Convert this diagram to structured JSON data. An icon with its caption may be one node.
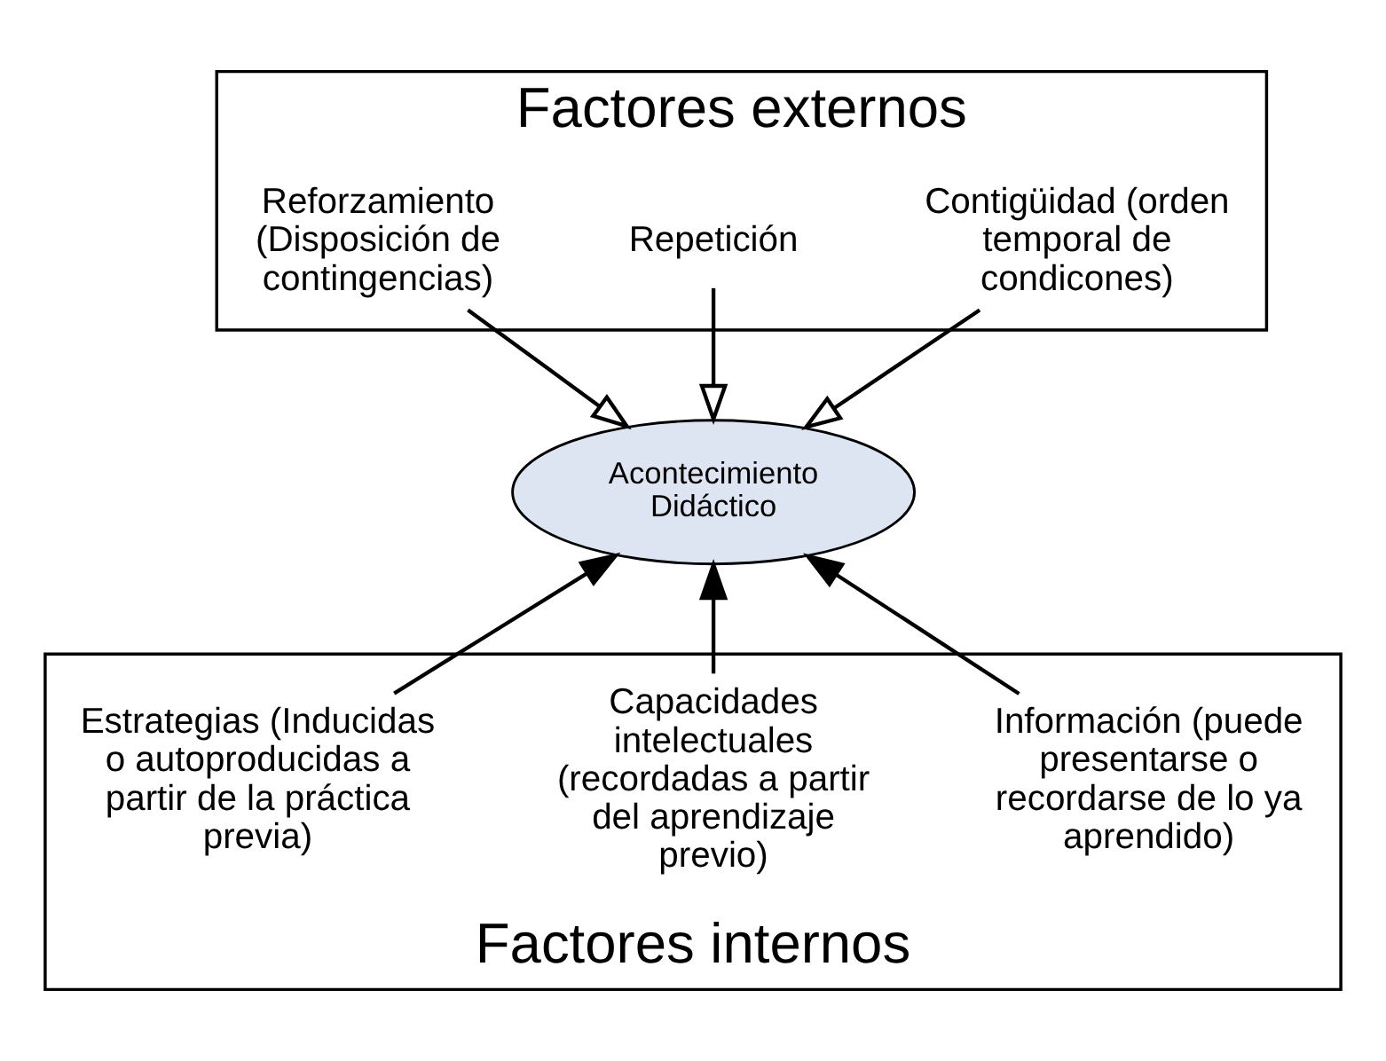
{
  "diagram": {
    "nodes": [
      {
        "text": [
          "Factores externos"
        ]
      },
      {
        "text": [
          "Contigüidad (orden temporal de condicones)"
        ],
        "in": 0
      },
      {
        "text": [
          "Repetición"
        ],
        "in": 0
      },
      {
        "text": [
          "Reforzamiento (Disposición de contingencias)"
        ],
        "in": 0
      },
      {
        "text": [
          "Acontecimiento Didáctico"
        ]
      },
      {
        "text": [
          "Factores internos"
        ]
      },
      {
        "text": [
          "Información (puede presentarse o recordarse de lo ya aprendido)"
        ],
        "in": 5
      },
      {
        "text": [
          "Capacidades intelectuales (recordadas a partir del aprendizaje previo)"
        ],
        "in": 5
      },
      {
        "text": [
          "Estrategias (Inducidas o autoproducidas a partir de la práctica previa)"
        ],
        "in": 5
      }
    ],
    "edges": [
      {
        "from": 1,
        "to": 4,
        "arrow": "to"
      },
      {
        "from": 2,
        "to": 4,
        "arrow": "to"
      },
      {
        "from": 3,
        "to": 4,
        "arrow": "to"
      },
      {
        "from": 6,
        "to": 4,
        "arrow": "to"
      },
      {
        "from": 7,
        "to": 4,
        "arrow": "to"
      },
      {
        "from": 8,
        "to": 4,
        "arrow": "to"
      }
    ]
  }
}
